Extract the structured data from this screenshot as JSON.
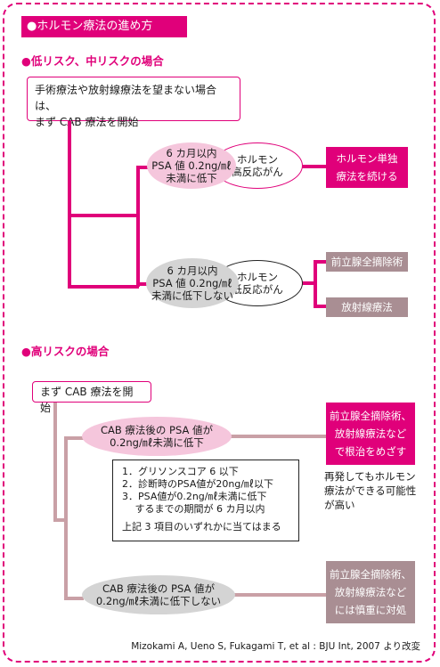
{
  "title": "●ホルモン療法の進め方",
  "low": {
    "heading": "●低リスク、中リスクの場合",
    "start_lines": [
      "手術療法や放射線療法を望まない場合は、",
      "まず CAB 療法を開始"
    ],
    "case1_lines": [
      "6 カ月以内",
      "PSA 値 0.2ng/㎖",
      "未満に低下"
    ],
    "case1_type": [
      "ホルモン",
      "高反応がん"
    ],
    "case1_result": [
      "ホルモン単独",
      "療法を続ける"
    ],
    "case2_lines": [
      "6 カ月以内",
      "PSA 値 0.2ng/㎖",
      "未満に低下しない"
    ],
    "case2_type": [
      "ホルモン",
      "低反応がん"
    ],
    "case2_results": [
      "前立腺全摘除術",
      "放射線療法"
    ]
  },
  "high": {
    "heading": "●高リスクの場合",
    "start": "まず CAB 療法を開始",
    "case1_lines": [
      "CAB 療法後の PSA 値が",
      "0.2ng/㎖未満に低下"
    ],
    "case1_result": [
      "前立腺全摘除術、",
      "放射線療法など",
      "で根治をめざす"
    ],
    "case1_note": [
      "再発してもホルモン",
      "療法ができる可能性",
      "が高い"
    ],
    "criteria": [
      "1．グリソンスコア 6 以下",
      "2．診断時のPSA値が20ng/㎖以下",
      "3．PSA値が0.2ng/㎖未満に低下",
      "　 するまでの期間が 6 カ月以内"
    ],
    "criteria_footer": "上記 3 項目のいずれかに当てはまる",
    "case2_lines": [
      "CAB 療法後の PSA 値が",
      "0.2ng/㎖未満に低下しない"
    ],
    "case2_result": [
      "前立腺全摘除術、",
      "放射線療法など",
      "には慎重に対処"
    ]
  },
  "citation": "Mizokami A, Ueno S, Fukagami T, et al : BJU Int, 2007 より改変",
  "colors": {
    "accent": "#e0007a",
    "pink_light": "#f5c6dc",
    "gray_oval": "#d4d4d4",
    "muted": "#c9a0a6",
    "gray_result": "#a98e93"
  }
}
